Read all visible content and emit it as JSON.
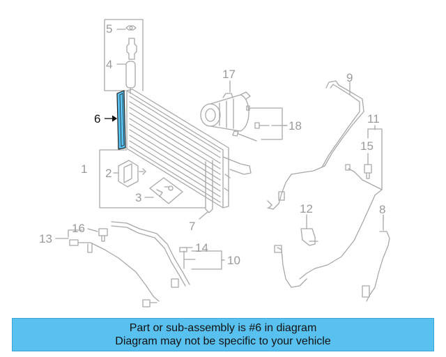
{
  "callouts": {
    "c1": "1",
    "c2": "2",
    "c3": "3",
    "c4": "4",
    "c5": "5",
    "c6": "6",
    "c7": "7",
    "c8": "8",
    "c9": "9",
    "c10": "10",
    "c11": "11",
    "c12": "12",
    "c13": "13",
    "c14": "14",
    "c15": "15",
    "c16": "16",
    "c17": "17",
    "c18": "18"
  },
  "highlight": {
    "part": "6",
    "color": "#58c1f0"
  },
  "banner": {
    "line1": "Part or sub-assembly is #6 in diagram",
    "line2": "Diagram may not be specific to your vehicle",
    "background": "#58c1f0"
  }
}
